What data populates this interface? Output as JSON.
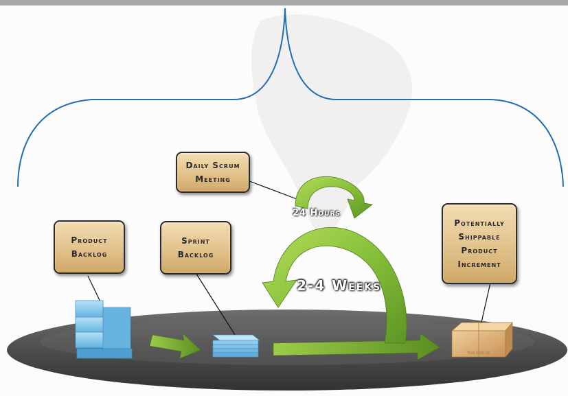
{
  "colors": {
    "bracket": "#1f6db5",
    "label_fill": "#e2c28b",
    "platform": "#5b5b5b",
    "arrow_green": "#8cc63f",
    "backlog_blue": "#7fc4ea",
    "box_tan": "#d9a86c"
  },
  "labels": {
    "daily_scrum": "Daily Scrum\nMeeting",
    "product_backlog": "Product\nBacklog",
    "sprint_backlog": "Sprint\nBacklog",
    "increment": "Potentially\nShippable\nProduct\nIncrement"
  },
  "cycle": {
    "hours": "24 Hours",
    "weeks": "2-4 Weeks"
  },
  "box_text": "THIS SIDE UP"
}
